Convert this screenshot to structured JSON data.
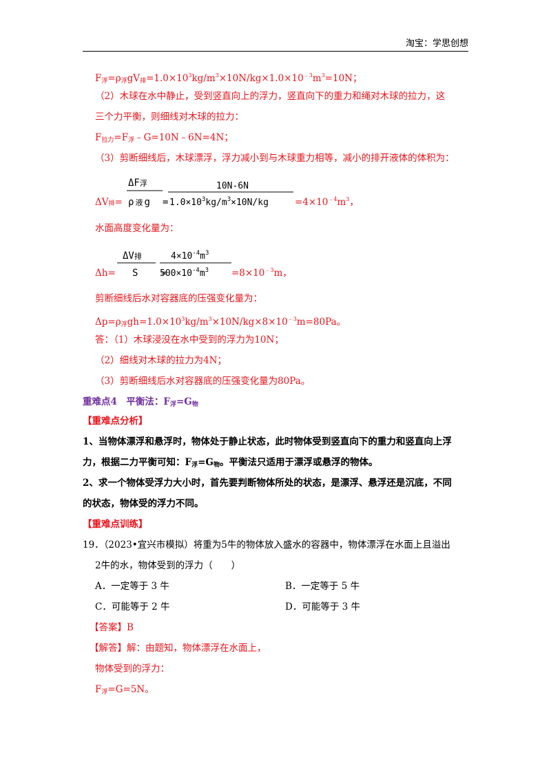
{
  "header": {
    "right": "淘宝：学思创想"
  },
  "l1": {
    "a": "F",
    "b": "浮",
    "c": "=ρ",
    "d": "浮",
    "e": "gV",
    "f": "排",
    "g": "=1.0×10",
    "h": "3",
    "i": "kg/m",
    "j": "3",
    "k": "×10N/kg×1.0×10",
    "l": "﹣3",
    "m": "m",
    "n": "3",
    "o": "=10N；"
  },
  "l2": "（2）木球在水中静止，受到竖直向上的浮力，竖直向下的重力和绳对木球的拉力，这",
  "l3": "三个力平衡，则细线对木球的拉力：",
  "l4": {
    "a": "F",
    "b": "拉力",
    "c": "=F",
    "d": "浮",
    "e": "﹣G=10N﹣6N=4N；"
  },
  "l5": "（3）剪断细线后，木球漂浮，浮力减小到与木球重力相等，减小的排开液体的体积为：",
  "dv": {
    "lhs1": "ΔV",
    "lhs2": "排",
    "eq": "=",
    "num1": "ΔF",
    "num1s": "浮",
    "den1": "ρ",
    "den1s": "液",
    "den1g": "g",
    "eq2": "=",
    "num2": "10N-6N",
    "den2": "1.0×10",
    "den2e": "3",
    "den2u": "kg/m",
    "den2ue": "3",
    "den2r": "×10N/kg",
    "res": "=4×10",
    "rese": "﹣4",
    "resu": "m",
    "resue": "3",
    "resp": "，"
  },
  "l6": "水面高度变化量为：",
  "dh": {
    "lhs": "Δh=",
    "num1": "ΔV",
    "num1s": "排",
    "den1": "S",
    "num2": "4×10",
    "num2e": "-4",
    "num2u": "m",
    "num2ue": "3",
    "den2": "500×10",
    "den2e": "-4",
    "den2u": "m",
    "den2ue": "3",
    "res": "=8×10",
    "rese": "﹣3",
    "resu": "m，"
  },
  "l7": "剪断细线后水对容器底的压强变化量为：",
  "l8": {
    "a": "Δp=ρ",
    "b": "浮",
    "c": "gh=1.0×10",
    "d": "3",
    "e": "kg/m",
    "f": "3",
    "g": "×10N/kg×8×10",
    "h": "﹣3",
    "i": "m=80Pa。"
  },
  "ans1": "答：（1）木球浸没在水中受到的浮力为10N；",
  "ans2": "（2）细线对木球的拉力为4N；",
  "ans3": "（3）剪断细线后水对容器底的压强变化量为80Pa。",
  "sec4": {
    "a": "重难点4　平衡法：F",
    "b": "浮",
    "c": "=G",
    "d": "物"
  },
  "analysis_title": "【重难点分析】",
  "p1a": "1、当物体漂浮和悬浮时，物体处于静止状态，此时物体受到竖直向下的重力和竖直向上浮",
  "p1b": {
    "a": "力，根据二力平衡可知：F",
    "b": "浮",
    "c": "=G",
    "d": "物",
    "e": "。平衡法只适用于漂浮或悬浮的物体。"
  },
  "p2a": "2、求一个物体受浮力大小时，首先要判断物体所处的状态，是漂浮、悬浮还是沉底，不同",
  "p2b": "的状态，物体受的浮力不同。",
  "train_title": "【重难点训练】",
  "q19a": "19．（2023•宜兴市模拟）将重为5牛的物体放入盛水的容器中，物体漂浮在水面上且溢出",
  "q19b": "2牛的水，物体受到的浮力（　　）",
  "opts": {
    "A": "A．一定等于  3  牛",
    "B": "B．一定等于  5  牛",
    "C": "C．可能等于  2  牛",
    "D": "D．可能等于  3  牛"
  },
  "answer": "【答案】B",
  "sol1": "【解答】解：由题知，物体漂浮在水面上，",
  "sol2": "物体受到的浮力：",
  "sol3": {
    "a": "F",
    "b": "浮",
    "c": "=G=5N。"
  },
  "colors": {
    "red": "#e8141b",
    "purple": "#7030a0"
  }
}
